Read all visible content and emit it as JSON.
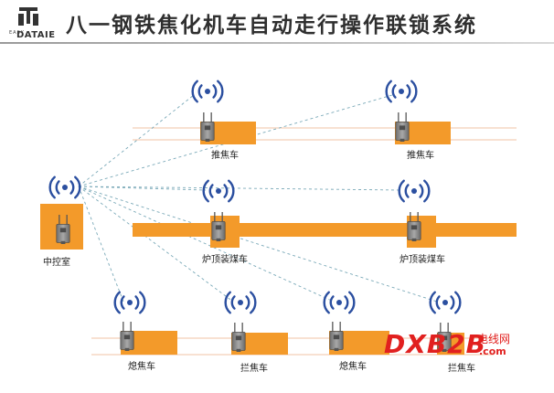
{
  "header": {
    "logo_small": "EASY",
    "logo_brand": "DATAIE",
    "title": "八一钢铁焦化机车自动走行操作联锁系统"
  },
  "nodes": {
    "control_room": "中控室",
    "pusher_1": "推焦车",
    "pusher_2": "推焦车",
    "charger_1": "炉顶装煤车",
    "charger_2": "炉顶装煤车",
    "quench_1": "熄焦车",
    "guide_1": "拦焦车",
    "quench_2": "熄焦车",
    "guide_2": "拦焦车"
  },
  "watermark": {
    "main": "DXB2B",
    "sub": "电线网",
    "url": ".com"
  },
  "colors": {
    "orange": "#f39a2a",
    "orange_dark": "#e48a1c",
    "rail": "#f2c3a6",
    "link": "#7aa9b8",
    "antenna": "#2b4fa0"
  }
}
